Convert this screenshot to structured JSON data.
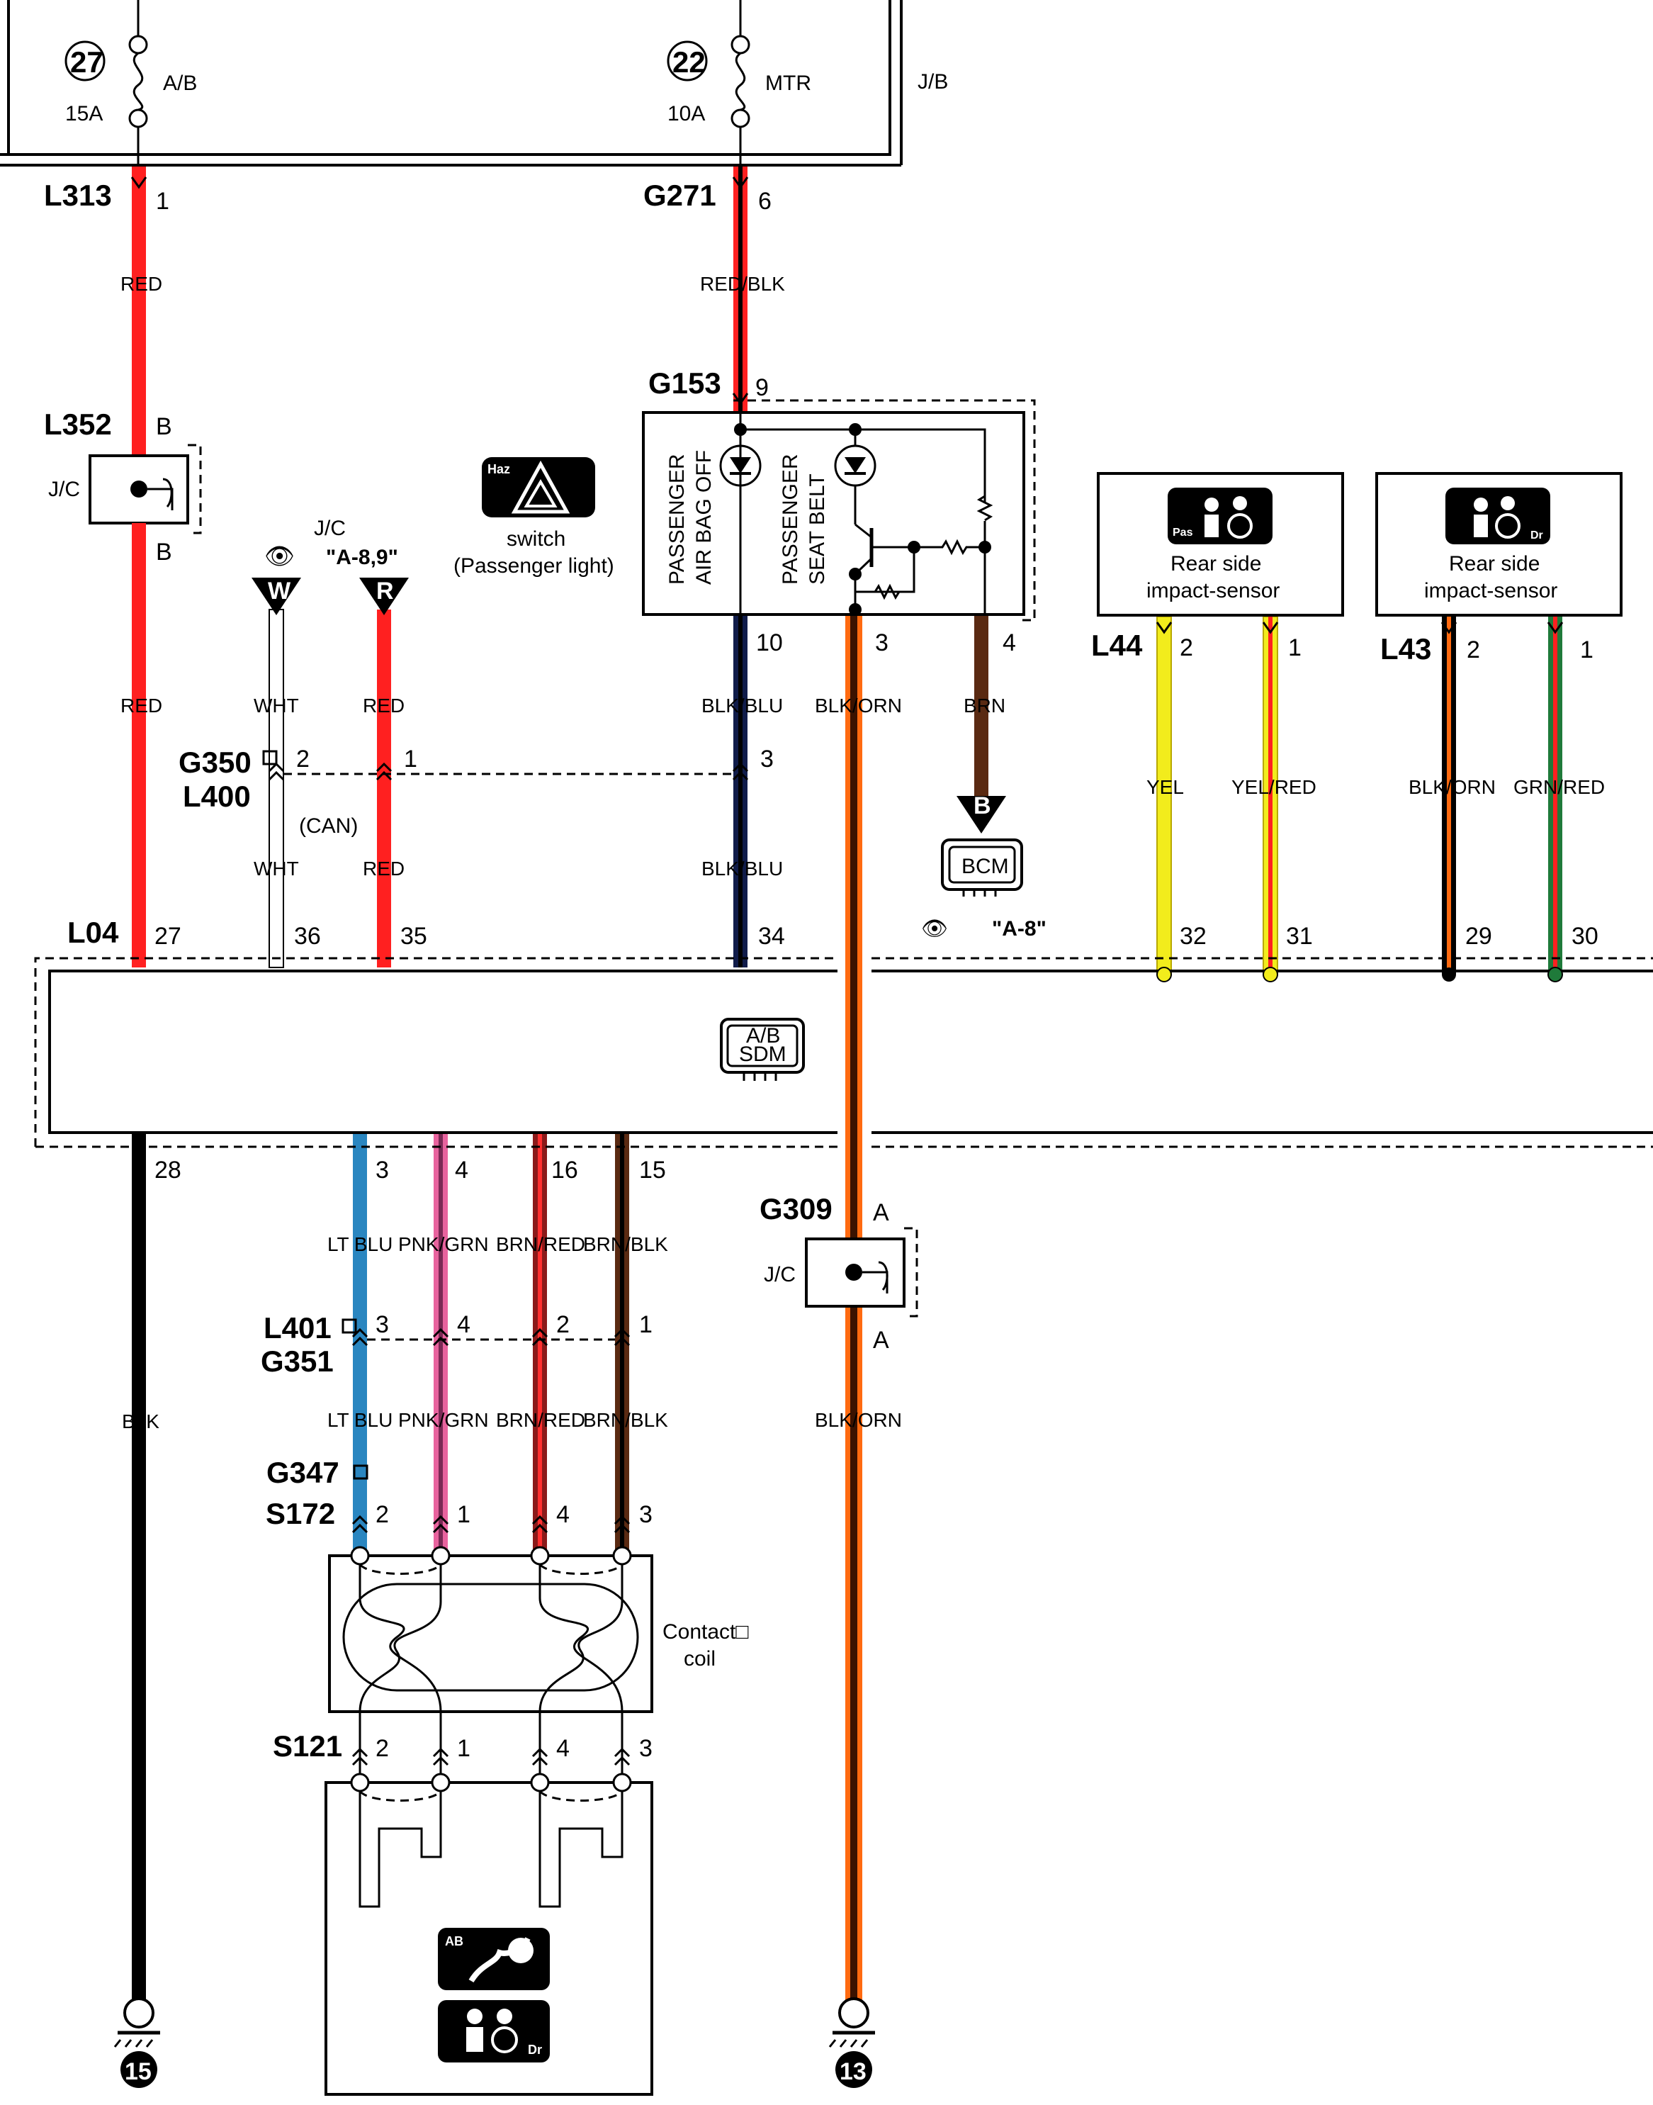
{
  "fuse_box": {
    "label": "J/B",
    "fuses": [
      {
        "number": "27",
        "name": "A/B",
        "rating": "15A"
      },
      {
        "number": "22",
        "name": "MTR",
        "rating": "10A"
      }
    ]
  },
  "connectors": {
    "L313": "L313",
    "G271": "G271",
    "G153": "G153",
    "L352": "L352",
    "G350": "G350",
    "L400": "L400",
    "L04": "L04",
    "L44": "L44",
    "L43": "L43",
    "G309": "G309",
    "L401": "L401",
    "G351": "G351",
    "G347": "G347",
    "S172": "S172",
    "S121": "S121"
  },
  "junction_connectors": {
    "jc": "J/C",
    "jc_ref": "J/C",
    "pin_b": "B",
    "pin_a": "A"
  },
  "refs": {
    "a89": "\"A-8,9\"",
    "a8": "\"A-8\""
  },
  "can_label": "(CAN)",
  "wire_badges": {
    "w": "W",
    "r": "R",
    "b": "B"
  },
  "components": {
    "haz_icon": "Haz",
    "switch_line1": "switch",
    "switch_line2": "(Passenger light)",
    "pab_off_1": "PASSENGER",
    "pab_off_2": "AIR BAG OFF",
    "psb_1": "PASSENGER",
    "psb_2": "SEAT BELT",
    "bcm": "BCM",
    "sdm_1": "A/B",
    "sdm_2": "SDM",
    "rear_sensor_line1": "Rear side",
    "rear_sensor_line2": "impact-sensor",
    "pas_tag": "Pas",
    "dr_tag": "Dr",
    "ab_tag": "AB",
    "contact_coil_1": "Contact□",
    "contact_coil_2": "coil"
  },
  "ground_numbers": [
    "15",
    "13"
  ],
  "pins": {
    "l313_1": "1",
    "g271_6": "6",
    "g153_9": "9",
    "g153_10": "10",
    "g153_3": "3",
    "g153_4": "4",
    "g350_2": "2",
    "g350_1": "1",
    "g350_3": "3",
    "l04_27": "27",
    "l04_36": "36",
    "l04_35": "35",
    "l04_34": "34",
    "l04_32": "32",
    "l04_31": "31",
    "l04_29": "29",
    "l04_30": "30",
    "l04_28": "28",
    "l04_3": "3",
    "l04_4": "4",
    "l04_16": "16",
    "l04_15": "15",
    "l44_2": "2",
    "l44_1": "1",
    "l43_2": "2",
    "l43_1": "1",
    "l401_3": "3",
    "l401_4": "4",
    "l401_2": "2",
    "l401_1": "1",
    "s172_2": "2",
    "s172_1": "1",
    "s172_4": "4",
    "s172_3": "3",
    "s121_2": "2",
    "s121_1": "1",
    "s121_4": "4",
    "s121_3": "3"
  },
  "wire_labels": {
    "red_1": "RED",
    "red_blk": "RED/BLK",
    "red_2": "RED",
    "wht_1": "WHT",
    "red_3": "RED",
    "blk_blu_1": "BLK/BLU",
    "blk_orn_1": "BLK/ORN",
    "brn": "BRN",
    "wht_2": "WHT",
    "red_4": "RED",
    "blk_blu_2": "BLK/BLU",
    "yel": "YEL",
    "yel_red": "YEL/RED",
    "blk_orn_2": "BLK/ORN",
    "grn_red": "GRN/RED",
    "lt_blu_1": "LT BLU",
    "pnk_grn_1": "PNK/GRN",
    "brn_red_1": "BRN/RED",
    "brn_blk_1": "BRN/BLK",
    "lt_blu_2": "LT BLU",
    "pnk_grn_2": "PNK/GRN",
    "brn_red_2": "BRN/RED",
    "brn_blk_2": "BRN/BLK",
    "blk": "BLK",
    "blk_orn_3": "BLK/ORN"
  },
  "colors": {
    "red": "#ff2020",
    "black": "#000000",
    "brown": "#5a2a12",
    "dark_red": "#8b1a1a",
    "blue": "#2a86c0",
    "pink": "#e8639e",
    "yellow": "#f2ec1c",
    "green": "#1f7a3a",
    "navy": "#101c4a",
    "orange": "#ff6a10",
    "white": "#ffffff"
  }
}
